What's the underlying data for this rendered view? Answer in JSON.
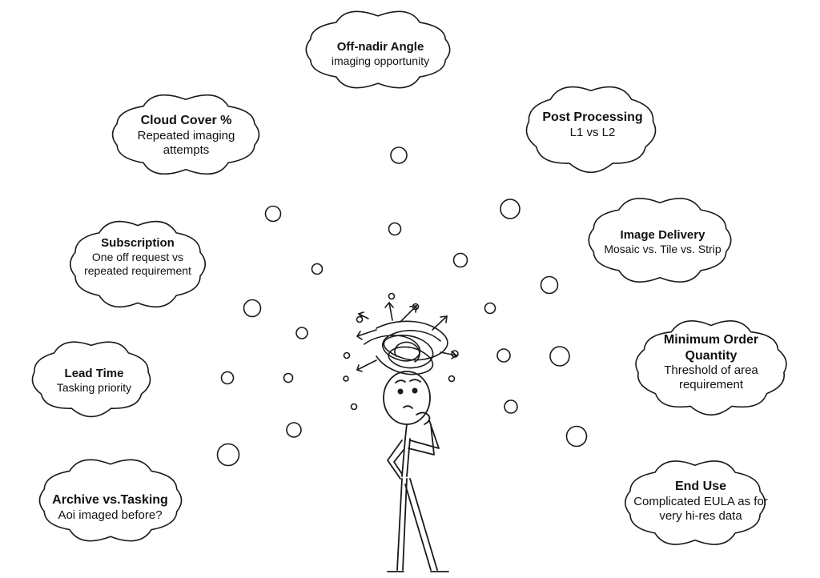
{
  "clouds": [
    {
      "id": "off-nadir-angle",
      "title": "Off-nadir Angle",
      "subtitle": "imaging opportunity"
    },
    {
      "id": "cloud-cover",
      "title": "Cloud Cover %",
      "subtitle": "Repeated imaging attempts"
    },
    {
      "id": "post-processing",
      "title": "Post Processing",
      "subtitle": "L1 vs L2"
    },
    {
      "id": "subscription",
      "title": "Subscription",
      "subtitle": "One off request vs repeated requirement"
    },
    {
      "id": "image-delivery",
      "title": "Image Delivery",
      "subtitle": "Mosaic vs. Tile vs. Strip"
    },
    {
      "id": "minimum-order-quantity",
      "title": "Minimum Order Quantity",
      "subtitle": "Threshold of area requirement"
    },
    {
      "id": "lead-time",
      "title": "Lead Time",
      "subtitle": "Tasking priority"
    },
    {
      "id": "archive-vs-tasking",
      "title": "Archive vs.Tasking",
      "subtitle": "Aoi imaged before?"
    },
    {
      "id": "end-use",
      "title": "End Use",
      "subtitle": "Complicated EULA as for very hi-res data"
    }
  ]
}
